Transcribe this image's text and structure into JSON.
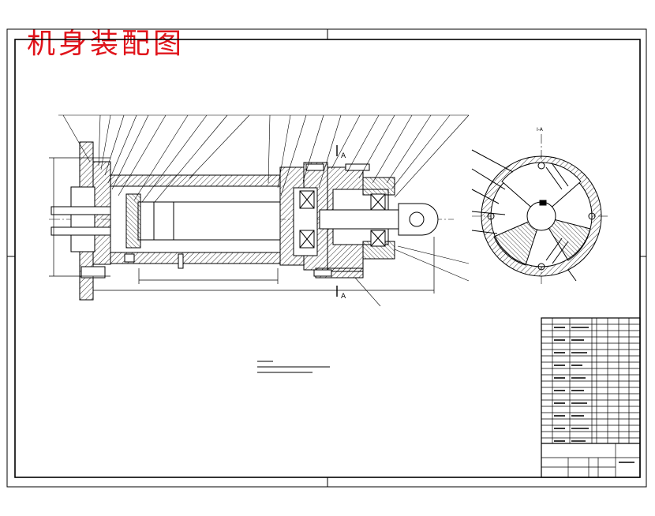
{
  "drawing": {
    "title": "机身装配图",
    "title_color": "#e0141b",
    "line_color": "#000000",
    "section_view_label": "I-A",
    "section_marks": [
      "A",
      "A"
    ]
  }
}
